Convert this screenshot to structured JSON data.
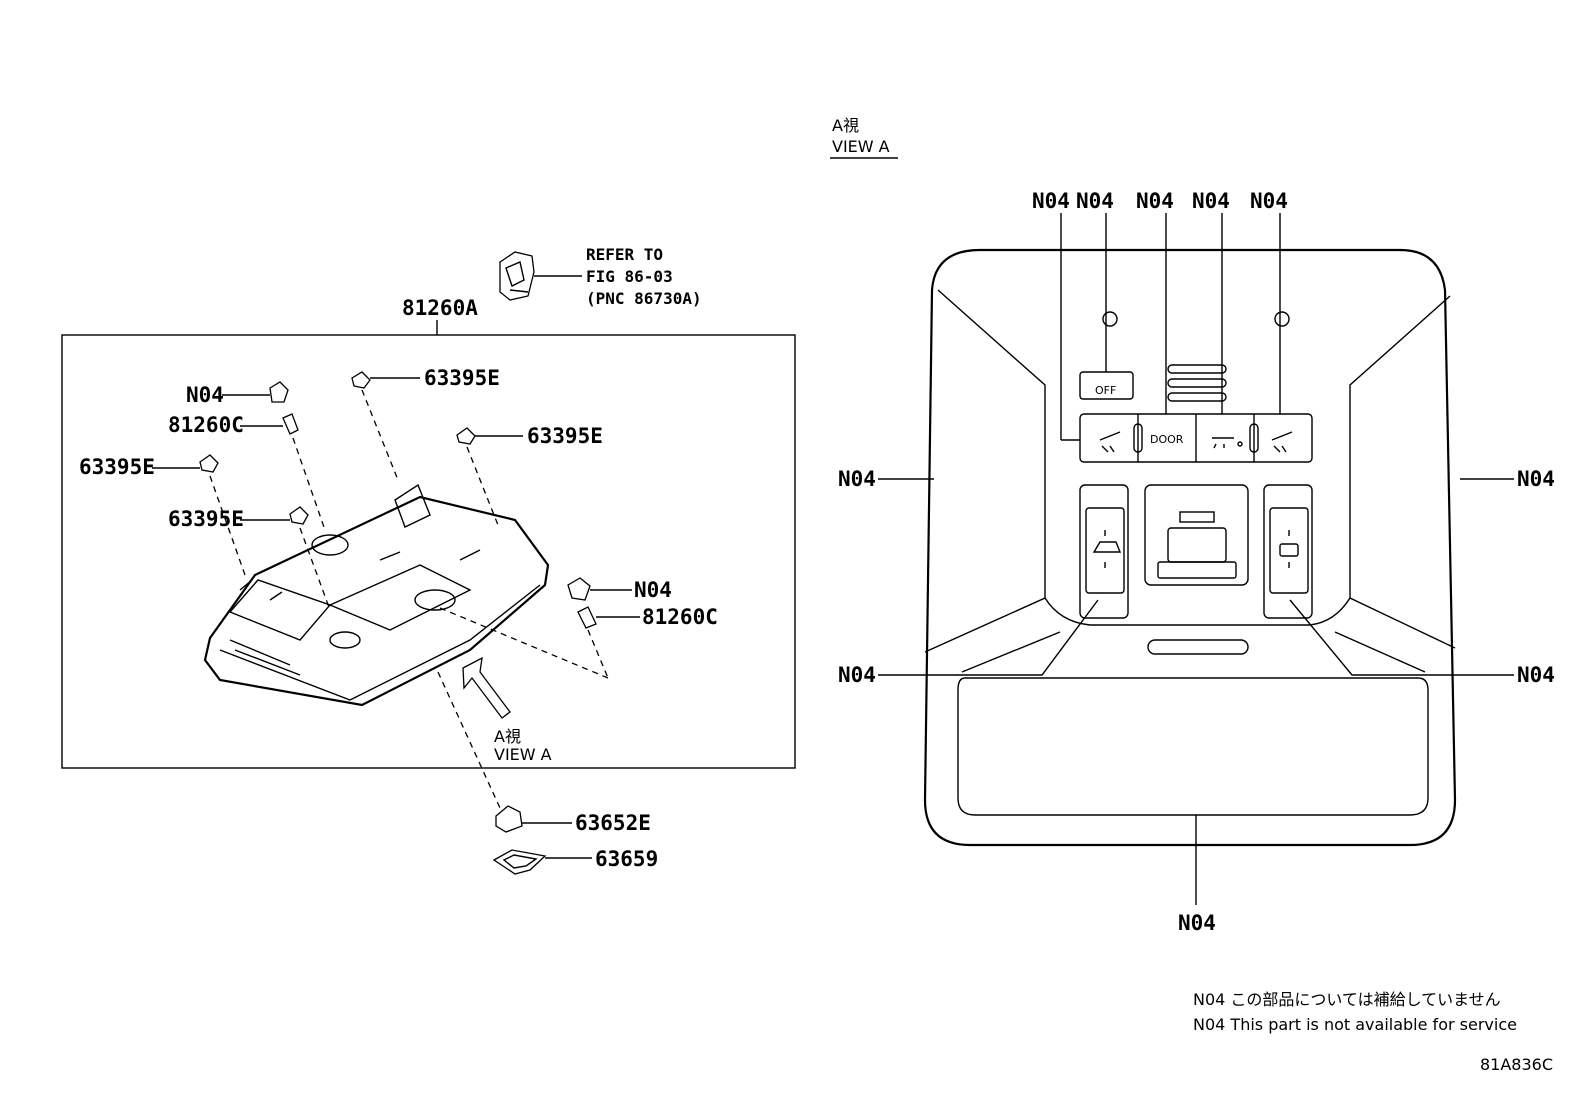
{
  "left_view": {
    "assembly_label": "81260A",
    "refer_note": [
      "REFER TO",
      "FIG 86-03",
      "(PNC 86730A)"
    ],
    "callouts": {
      "n04_upper": "N04",
      "bulb_upper": "81260C",
      "clip_top": "63395E",
      "clip_right": "63395E",
      "clip_left": "63395E",
      "clip_lower_left": "63395E",
      "n04_right": "N04",
      "bulb_right": "81260C",
      "lens": "63652E",
      "plate": "63659"
    },
    "view_arrow_label": [
      "A視",
      "VIEW A"
    ]
  },
  "right_view": {
    "title": [
      "A視",
      "VIEW A"
    ],
    "top_callouts": [
      "N04",
      "N04",
      "N04",
      "N04",
      "N04"
    ],
    "side_callouts": {
      "left_upper": "N04",
      "right_upper": "N04",
      "left_lower": "N04",
      "right_lower": "N04",
      "bottom": "N04"
    },
    "button_texts": {
      "off": "OFF",
      "door": "DOOR"
    }
  },
  "notes": [
    "N04 この部品については補給していません",
    "N04 This part is not available for service"
  ],
  "figure_code": "81A836C"
}
